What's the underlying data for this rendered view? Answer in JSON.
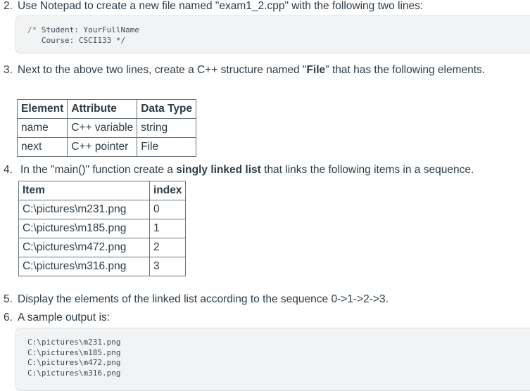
{
  "items": [
    {
      "number": "2.",
      "text_parts": [
        {
          "text": "Use Notepad to create a new file named \"exam1_2.cpp\" with the following two lines:",
          "bold": false
        }
      ]
    },
    {
      "number": "3.",
      "text_parts": [
        {
          "text": "Next to the above two lines, create a C++ structure named \"",
          "bold": false
        },
        {
          "text": "File",
          "bold": true
        },
        {
          "text": "\" that has the following elements.",
          "bold": false
        }
      ]
    },
    {
      "number": "4.",
      "text_parts": [
        {
          "text": "In the \"main()\" function create a ",
          "bold": false
        },
        {
          "text": "singly linked list",
          "bold": true
        },
        {
          "text": " that links the following items in a sequence.",
          "bold": false
        }
      ]
    },
    {
      "number": "5.",
      "text_parts": [
        {
          "text": "Display the elements of the linked list according to the sequence 0->1->2->3.",
          "bold": false
        }
      ]
    },
    {
      "number": "6.",
      "text_parts": [
        {
          "text": "A sample output is:",
          "bold": false
        }
      ]
    }
  ],
  "code_header": {
    "comment_open": "/*",
    "line1_rest": " Student: YourFullName",
    "line2": "   Course: CSCI133 */"
  },
  "struct_table": {
    "headers": [
      "Element",
      "Attribute",
      "Data Type"
    ],
    "rows": [
      [
        "name",
        "C++ variable",
        "string"
      ],
      [
        "next",
        "C++ pointer",
        "File"
      ]
    ]
  },
  "items_table": {
    "headers": [
      "Item",
      "index"
    ],
    "rows": [
      [
        "C:\\pictures\\m231.png",
        "0"
      ],
      [
        "C:\\pictures\\m185.png",
        "1"
      ],
      [
        "C:\\pictures\\m472.png",
        "2"
      ],
      [
        "C:\\pictures\\m316.png",
        "3"
      ]
    ]
  },
  "sample_output": {
    "lines": [
      "C:\\pictures\\m231.png",
      "C:\\pictures\\m185.png",
      "C:\\pictures\\m472.png",
      "C:\\pictures\\m316.png"
    ]
  },
  "colors": {
    "text": "#2d3b45",
    "code_bg": "#f2f3f4",
    "code_border": "#dcdfe2",
    "table_border": "#6b7478",
    "comment": "#8a7030"
  }
}
